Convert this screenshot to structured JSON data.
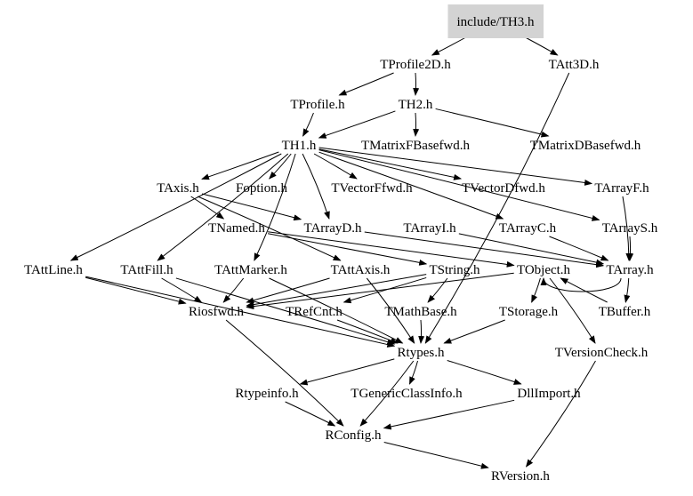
{
  "graph": {
    "root": "include/TH3.h",
    "root_fill": "#d3d3d3",
    "edge_color": "#000000",
    "nodes": [
      {
        "id": "th3",
        "label": "include/TH3.h"
      },
      {
        "id": "tprofile2d",
        "label": "TProfile2D.h"
      },
      {
        "id": "tatt3d",
        "label": "TAtt3D.h"
      },
      {
        "id": "tprofile",
        "label": "TProfile.h"
      },
      {
        "id": "th2",
        "label": "TH2.h"
      },
      {
        "id": "th1",
        "label": "TH1.h"
      },
      {
        "id": "tmatrixfbasefwd",
        "label": "TMatrixFBasefwd.h"
      },
      {
        "id": "tmatrixdbasefwd",
        "label": "TMatrixDBasefwd.h"
      },
      {
        "id": "taxis",
        "label": "TAxis.h"
      },
      {
        "id": "foption",
        "label": "Foption.h"
      },
      {
        "id": "tvectorffwd",
        "label": "TVectorFfwd.h"
      },
      {
        "id": "tvectordfwd",
        "label": "TVectorDfwd.h"
      },
      {
        "id": "tarrayf",
        "label": "TArrayF.h"
      },
      {
        "id": "tnamed",
        "label": "TNamed.h"
      },
      {
        "id": "tarrayd",
        "label": "TArrayD.h"
      },
      {
        "id": "tarrayi",
        "label": "TArrayI.h"
      },
      {
        "id": "tarrayc",
        "label": "TArrayC.h"
      },
      {
        "id": "tarrays",
        "label": "TArrayS.h"
      },
      {
        "id": "tattline",
        "label": "TAttLine.h"
      },
      {
        "id": "tattfill",
        "label": "TAttFill.h"
      },
      {
        "id": "tattmarker",
        "label": "TAttMarker.h"
      },
      {
        "id": "tattaxis",
        "label": "TAttAxis.h"
      },
      {
        "id": "tstring",
        "label": "TString.h"
      },
      {
        "id": "tobject",
        "label": "TObject.h"
      },
      {
        "id": "tarray",
        "label": "TArray.h"
      },
      {
        "id": "riosfwd",
        "label": "Riosfwd.h"
      },
      {
        "id": "trefcnt",
        "label": "TRefCnt.h"
      },
      {
        "id": "tmathbase",
        "label": "TMathBase.h"
      },
      {
        "id": "tstorage",
        "label": "TStorage.h"
      },
      {
        "id": "tbuffer",
        "label": "TBuffer.h"
      },
      {
        "id": "rtypes",
        "label": "Rtypes.h"
      },
      {
        "id": "tversioncheck",
        "label": "TVersionCheck.h"
      },
      {
        "id": "rtypeinfo",
        "label": "Rtypeinfo.h"
      },
      {
        "id": "tgenericclassinfo",
        "label": "TGenericClassInfo.h"
      },
      {
        "id": "dllimport",
        "label": "DllImport.h"
      },
      {
        "id": "rconfig",
        "label": "RConfig.h"
      },
      {
        "id": "rversion",
        "label": "RVersion.h"
      }
    ],
    "edges": [
      [
        "th3",
        "tprofile2d"
      ],
      [
        "th3",
        "tatt3d"
      ],
      [
        "tprofile2d",
        "tprofile"
      ],
      [
        "tprofile2d",
        "th2"
      ],
      [
        "tprofile",
        "th1"
      ],
      [
        "th2",
        "th1"
      ],
      [
        "th2",
        "tmatrixfbasefwd"
      ],
      [
        "th2",
        "tmatrixdbasefwd"
      ],
      [
        "th1",
        "taxis"
      ],
      [
        "th1",
        "foption"
      ],
      [
        "th1",
        "tvectorffwd"
      ],
      [
        "th1",
        "tvectordfwd"
      ],
      [
        "th1",
        "tarrayf"
      ],
      [
        "th1",
        "tarrayd"
      ],
      [
        "th1",
        "tarrayc"
      ],
      [
        "th1",
        "tarrays"
      ],
      [
        "th1",
        "tattline"
      ],
      [
        "th1",
        "tattfill"
      ],
      [
        "th1",
        "tattmarker"
      ],
      [
        "taxis",
        "tnamed"
      ],
      [
        "taxis",
        "tattaxis"
      ],
      [
        "taxis",
        "tarrayd"
      ],
      [
        "tarrayf",
        "tarray"
      ],
      [
        "tarrayd",
        "tarray"
      ],
      [
        "tarrayi",
        "tarray"
      ],
      [
        "tarrayc",
        "tarray"
      ],
      [
        "tarrays",
        "tarray"
      ],
      [
        "tnamed",
        "tobject"
      ],
      [
        "tnamed",
        "tstring"
      ],
      [
        "tattline",
        "riosfwd"
      ],
      [
        "tattline",
        "rtypes"
      ],
      [
        "tattfill",
        "riosfwd"
      ],
      [
        "tattfill",
        "rtypes"
      ],
      [
        "tattmarker",
        "riosfwd"
      ],
      [
        "tattmarker",
        "rtypes"
      ],
      [
        "tattaxis",
        "riosfwd"
      ],
      [
        "tattaxis",
        "rtypes"
      ],
      [
        "tstring",
        "trefcnt"
      ],
      [
        "tstring",
        "tmathbase"
      ],
      [
        "tstring",
        "riosfwd"
      ],
      [
        "tobject",
        "tstorage"
      ],
      [
        "tobject",
        "tversioncheck"
      ],
      [
        "tobject",
        "riosfwd"
      ],
      [
        "tarray",
        "tobject"
      ],
      [
        "tarray",
        "tbuffer"
      ],
      [
        "tatt3d",
        "rtypes"
      ],
      [
        "tbuffer",
        "tobject"
      ],
      [
        "trefcnt",
        "rtypes"
      ],
      [
        "tmathbase",
        "rtypes"
      ],
      [
        "tstorage",
        "rtypes"
      ],
      [
        "rtypes",
        "rtypeinfo"
      ],
      [
        "rtypes",
        "tgenericclassinfo"
      ],
      [
        "rtypes",
        "dllimport"
      ],
      [
        "rtypes",
        "rconfig"
      ],
      [
        "riosfwd",
        "rconfig"
      ],
      [
        "rtypeinfo",
        "rconfig"
      ],
      [
        "dllimport",
        "rconfig"
      ],
      [
        "rconfig",
        "rversion"
      ],
      [
        "tversioncheck",
        "rversion"
      ]
    ]
  }
}
